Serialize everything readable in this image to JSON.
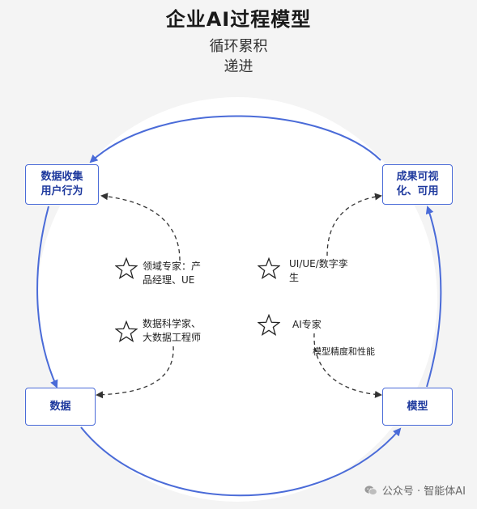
{
  "title": "企业AI过程模型",
  "subtitle": [
    "循环累积",
    "递进"
  ],
  "nodes": {
    "collect": "数据收集\n用户行为",
    "visual": "成果可视\n化、可用",
    "data": "数据",
    "model": "模型"
  },
  "roles": {
    "domain": "领域专家：产\n品经理、UE",
    "ui": "UI/UE/数字孪\n生",
    "data_science": "数据科学家、\n大数据工程师",
    "ai": "AI专家"
  },
  "edge_labels": {
    "data_to_model": "模型精度和性能"
  },
  "watermark": "公众号 · 智能体AI",
  "colors": {
    "accent": "#4a6bd8",
    "node_text": "#1f3a9e",
    "background": "#f4f4f4"
  },
  "icons": {
    "role_marker": "star-icon",
    "watermark": "wechat-icon"
  }
}
